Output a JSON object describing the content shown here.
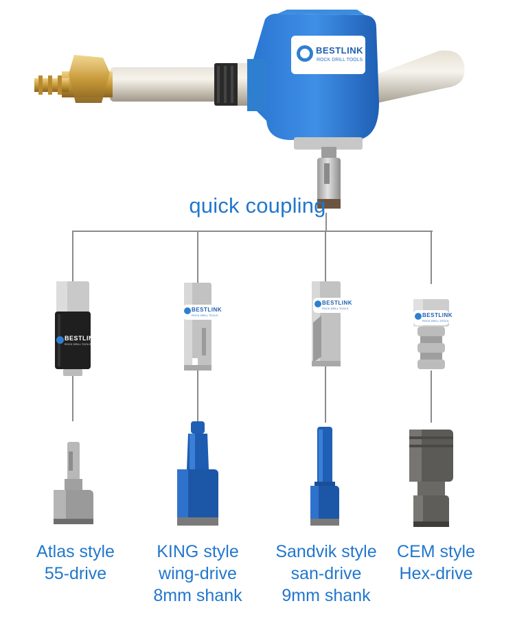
{
  "header": {
    "title": "quick coupling"
  },
  "brand": {
    "name": "BESTLINK",
    "tagline": "ROCK DRILL TOOLS"
  },
  "styles": [
    {
      "lines": [
        "Atlas style",
        "55-drive"
      ]
    },
    {
      "lines": [
        "KING style",
        "wing-drive",
        "8mm shank"
      ]
    },
    {
      "lines": [
        "Sandvik style",
        "san-drive",
        "9mm shank"
      ]
    },
    {
      "lines": [
        "CEM style",
        "Hex-drive"
      ]
    }
  ],
  "colors": {
    "accent": "#2277cc",
    "tool_body": "#2f7fd0",
    "connector": "#8a8a8a"
  }
}
